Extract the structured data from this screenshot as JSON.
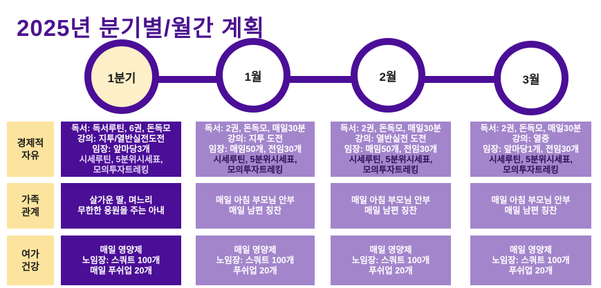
{
  "title": "2025년 분기별/월간 계획",
  "periods": [
    "1분기",
    "1월",
    "2월",
    "3월"
  ],
  "row_labels": [
    "경제적\n자유",
    "가족\n관계",
    "여가\n건강"
  ],
  "cells": {
    "economy": [
      {
        "lines": [
          "독서: 독서루틴, 6권, 돈독모",
          "강의: 지투/열반실전도전",
          "임장: 앞마당3개"
        ],
        "sub": [
          "시세루틴, 5분위시세표,",
          "모의투자트레킹"
        ]
      },
      {
        "lines": [
          "독서: 2권, 돈독모, 매일30분",
          "강의: 지투 도전",
          "임장: 매임50개, 전임30개"
        ],
        "sub": [
          "시세루틴, 5분위시세표,",
          "모의투자트레킹"
        ]
      },
      {
        "lines": [
          "독서: 2권, 돈독모, 매일30분",
          "강의: 열반실전 도전",
          "임장: 매임50개, 전임30개"
        ],
        "sub": [
          "시세루틴, 5분위시세표,",
          "모의투자트레킹"
        ]
      },
      {
        "lines": [
          "독서: 2권, 돈독모, 매일30분",
          "강의: 열중",
          "임장: 앞마당1개, 전임30개"
        ],
        "sub": [
          "시세루틴, 5분위시세표,",
          "모의투자트레킹"
        ]
      }
    ],
    "family": [
      {
        "lines": [
          "살가운 딸, 며느리",
          "무한한 응원을 주는 아내"
        ]
      },
      {
        "lines": [
          "매일 아침 부모님 안부",
          "매일 남편 칭찬"
        ]
      },
      {
        "lines": [
          "매일 아침 부모님 안부",
          "매일 남편 칭찬"
        ]
      },
      {
        "lines": [
          "매일 아침 부모님 안부",
          "매일 남편 칭찬"
        ]
      }
    ],
    "health": [
      {
        "lines": [
          "매일 영양제",
          "노임장: 스쿼트 100개",
          "매일 푸쉬업 20개"
        ]
      },
      {
        "lines": [
          "매일 영양제",
          "노임장: 스쿼트 100개",
          "푸쉬업 20개"
        ]
      },
      {
        "lines": [
          "매일 영양제",
          "노임장: 스쿼트 100개",
          "푸쉬업 20개"
        ]
      },
      {
        "lines": [
          "매일 영양제",
          "노임장: 스쿼트 100개",
          "푸쉬업 20개"
        ]
      }
    ]
  },
  "colors": {
    "primary": "#4b0e97",
    "light": "#a385cb",
    "label_bg": "#fde49e",
    "active_circle": "#fdf0c8"
  }
}
